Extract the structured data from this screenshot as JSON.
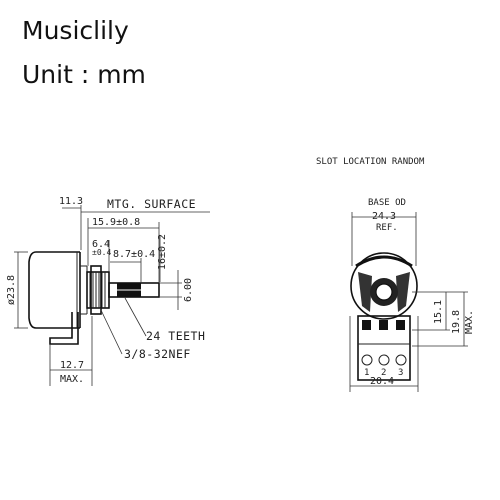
{
  "header": {
    "brand": "Musiclily",
    "unit": "Unit : mm"
  },
  "side_view": {
    "overall_len": "11.3",
    "mtg_surface": "MTG. SURFACE",
    "dim_15_9": "15.9±0.8",
    "dim_6_4": "6.4",
    "dim_6_4_tol": "±0.4",
    "dim_8_7": "8.7±0.4",
    "dim_16": "16±0.2",
    "dim_6_00": "6.00",
    "diameter": "ø23.8",
    "teeth": "24 TEETH",
    "thread": "3/8-32NEF",
    "dim_12_7": "12.7",
    "max_label": "MAX."
  },
  "rear_view": {
    "slot_note": "SLOT LOCATION RANDOM",
    "base_od": "BASE OD",
    "dim_24_3": "24.3",
    "ref": "REF.",
    "dim_15_1": "15.1",
    "dim_19_8": "19.8",
    "max_label": "MAX.",
    "dim_20_4": "20.4",
    "pins": [
      "1",
      "2",
      "3"
    ]
  }
}
